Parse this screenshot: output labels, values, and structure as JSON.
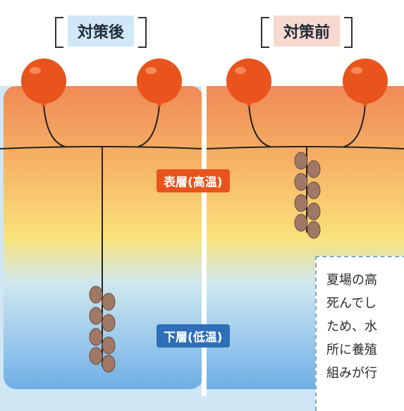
{
  "labels": {
    "after": "対策後",
    "before": "対策前"
  },
  "tags": {
    "surface": "表層(高温)",
    "deep": "下層(低温)"
  },
  "note": {
    "lines": [
      "夏場の高",
      "死んでし",
      "ため、水",
      "所に養殖",
      "組みが行"
    ]
  },
  "colors": {
    "buoy": "#e8541c",
    "surface_tag": "#e8541c",
    "deep_tag": "#2f6fb8",
    "water_top": "#ef8a57",
    "water_mid": "#f9e27a",
    "water_deep": "#9fd1f3"
  },
  "icons": {
    "buoy": "buoy-icon",
    "oyster": "oyster-cluster-icon"
  }
}
